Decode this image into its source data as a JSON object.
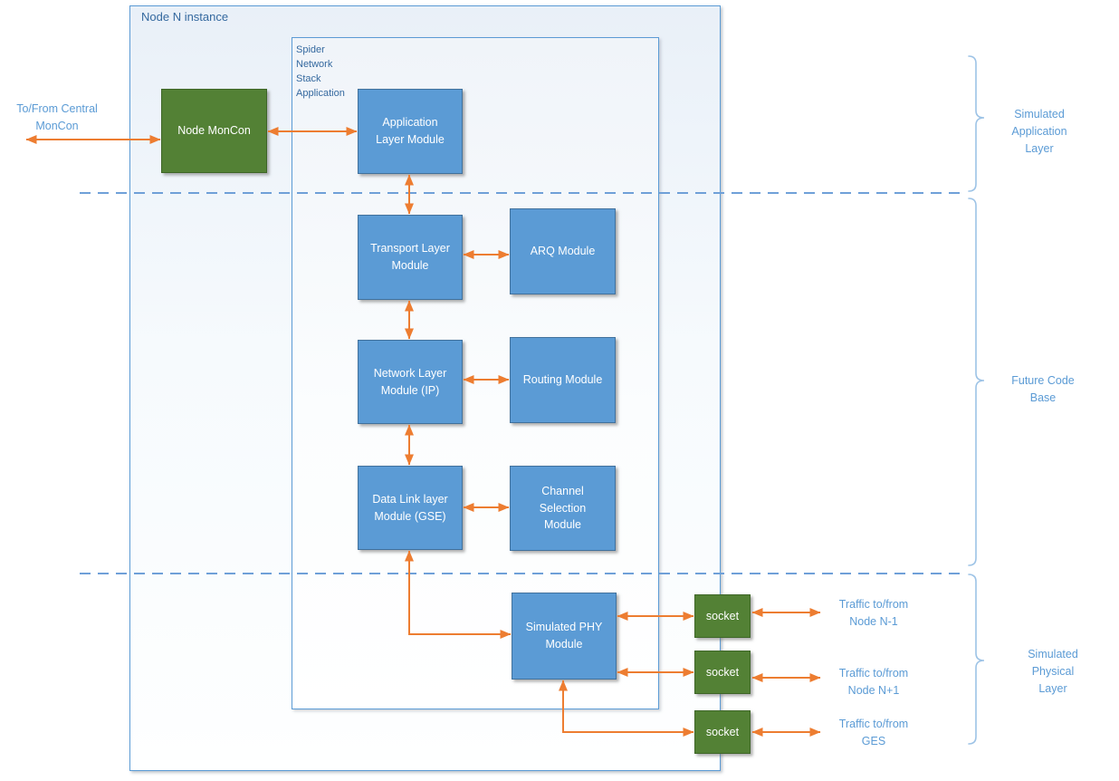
{
  "colors": {
    "arrow": "#ED7D31",
    "module_fill": "#5B9BD5",
    "module_border": "#41719C",
    "green_fill": "#538135",
    "green_border": "#3E6627",
    "container_border": "#5B9BD5",
    "label_text": "#5B9BD5",
    "title_text": "#35699F",
    "dash": "#6FA0D8",
    "brace": "#9DC3E6",
    "box_text": "#FFFFFF"
  },
  "outer": {
    "title": "Node N instance"
  },
  "inner": {
    "label": "Spider\nNetwork\nStack\nApplication"
  },
  "modules": {
    "moncon": "Node MonCon",
    "app": "Application\nLayer Module",
    "transport": "Transport Layer\nModule",
    "arq": "ARQ Module",
    "network": "Network Layer\nModule (IP)",
    "routing": "Routing Module",
    "datalink": "Data Link layer\nModule (GSE)",
    "channel": "Channel\nSelection\nModule",
    "phy": "Simulated PHY\nModule"
  },
  "sockets": {
    "s1": "socket",
    "s2": "socket",
    "s3": "socket"
  },
  "external_labels": {
    "central_moncon": "To/From Central\nMonCon",
    "traffic_n_minus_1": "Traffic to/from\nNode N-1",
    "traffic_n_plus_1": "Traffic to/from\nNode N+1",
    "traffic_ges": "Traffic to/from\nGES"
  },
  "brackets": {
    "application": "Simulated\nApplication Layer",
    "future": "Future Code Base",
    "physical": "Simulated Physical\nLayer"
  }
}
